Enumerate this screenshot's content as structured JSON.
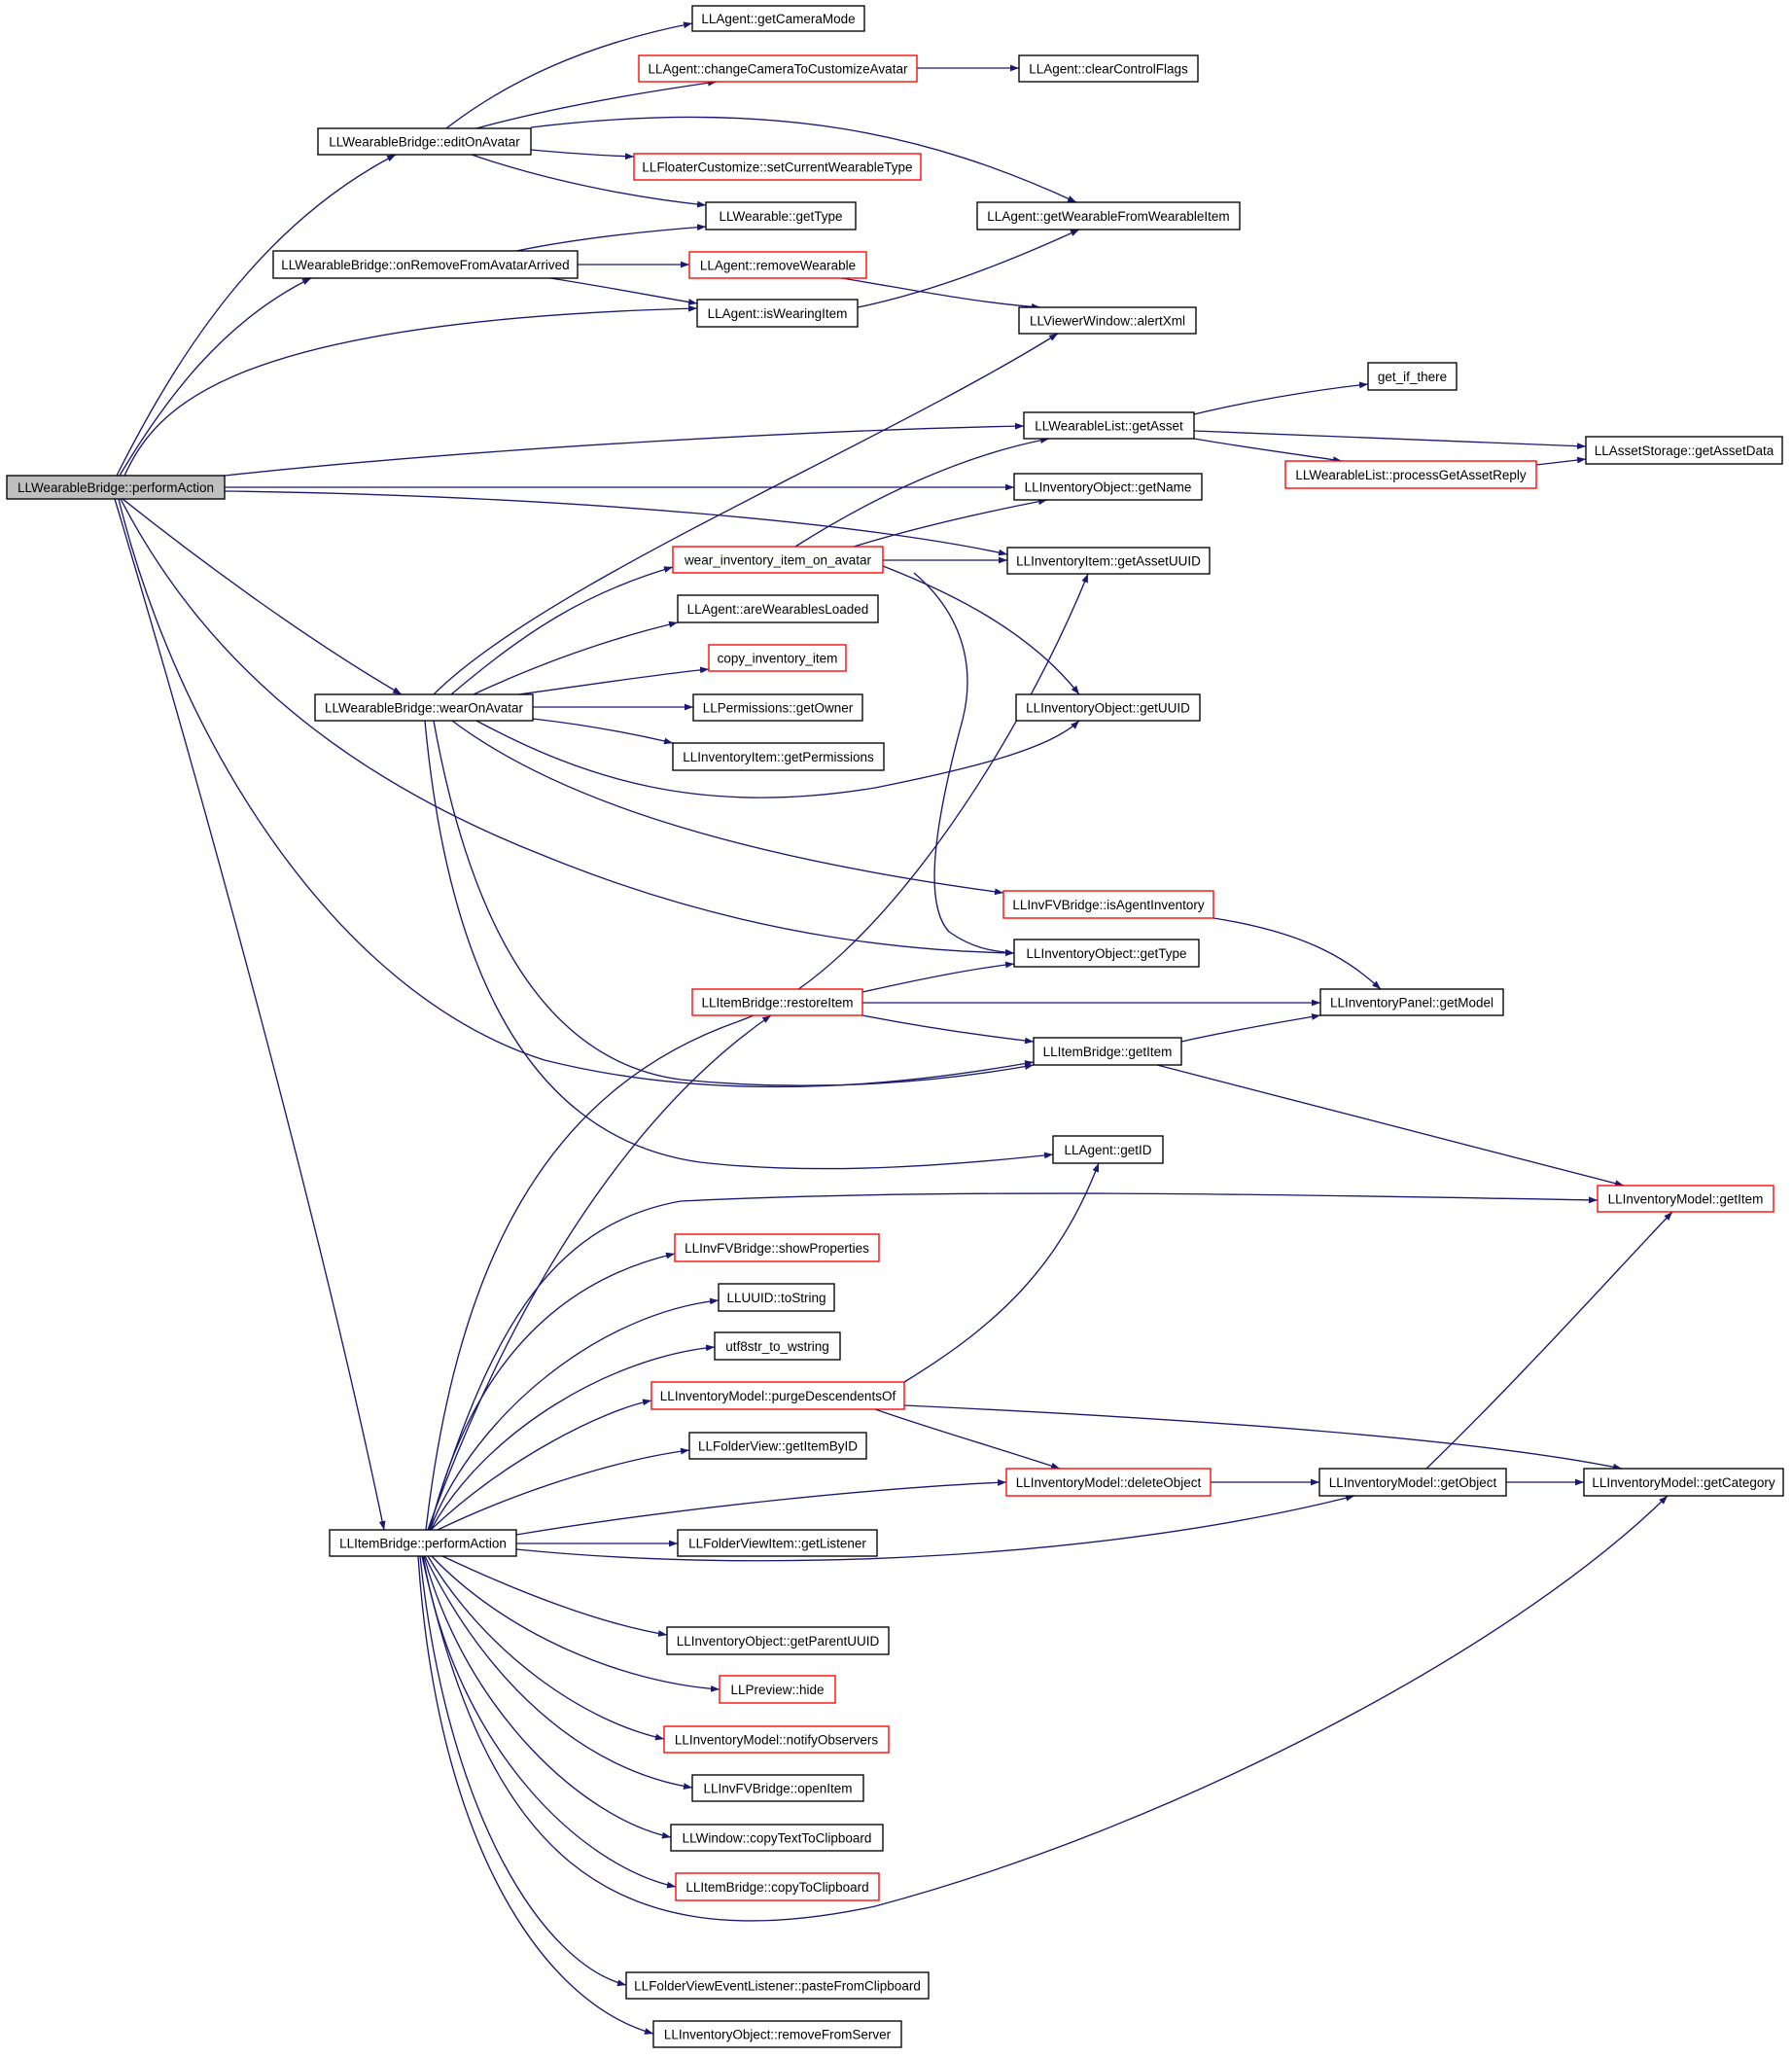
{
  "graph": {
    "colors": {
      "edge": "#191970",
      "border_normal": "#000000",
      "border_truncated": "#ff0000",
      "root_fill": "#bfbfbf",
      "background": "#ffffff"
    },
    "nodes": [
      {
        "id": "n0",
        "label": "LLWearableBridge::performAction",
        "kind": "root"
      },
      {
        "id": "n1",
        "label": "LLWearableBridge::editOnAvatar",
        "kind": "normal"
      },
      {
        "id": "n2",
        "label": "LLAgent::getCameraMode",
        "kind": "normal"
      },
      {
        "id": "n3",
        "label": "LLAgent::changeCameraToCustomizeAvatar",
        "kind": "truncated"
      },
      {
        "id": "n4",
        "label": "LLAgent::clearControlFlags",
        "kind": "normal"
      },
      {
        "id": "n5",
        "label": "LLAgent::getWearableFromWearableItem",
        "kind": "normal"
      },
      {
        "id": "n6",
        "label": "LLFloaterCustomize::setCurrentWearableType",
        "kind": "truncated"
      },
      {
        "id": "n7",
        "label": "LLWearable::getType",
        "kind": "normal"
      },
      {
        "id": "n8",
        "label": "LLWearableBridge::onRemoveFromAvatarArrived",
        "kind": "normal"
      },
      {
        "id": "n9",
        "label": "LLAgent::removeWearable",
        "kind": "truncated"
      },
      {
        "id": "n10",
        "label": "LLAgent::isWearingItem",
        "kind": "normal"
      },
      {
        "id": "n11",
        "label": "LLViewerWindow::alertXml",
        "kind": "normal"
      },
      {
        "id": "n12",
        "label": "LLWearableList::getAsset",
        "kind": "normal"
      },
      {
        "id": "n13",
        "label": "get_if_there",
        "kind": "normal"
      },
      {
        "id": "n14",
        "label": "LLAssetStorage::getAssetData",
        "kind": "normal"
      },
      {
        "id": "n15",
        "label": "LLWearableList::processGetAssetReply",
        "kind": "truncated"
      },
      {
        "id": "n16",
        "label": "LLInventoryObject::getName",
        "kind": "normal"
      },
      {
        "id": "n17",
        "label": "LLInventoryItem::getAssetUUID",
        "kind": "normal"
      },
      {
        "id": "n18",
        "label": "wear_inventory_item_on_avatar",
        "kind": "truncated"
      },
      {
        "id": "n19",
        "label": "LLAgent::areWearablesLoaded",
        "kind": "normal"
      },
      {
        "id": "n20",
        "label": "copy_inventory_item",
        "kind": "truncated"
      },
      {
        "id": "n21",
        "label": "LLWearableBridge::wearOnAvatar",
        "kind": "normal"
      },
      {
        "id": "n22",
        "label": "LLPermissions::getOwner",
        "kind": "normal"
      },
      {
        "id": "n23",
        "label": "LLInventoryObject::getUUID",
        "kind": "normal"
      },
      {
        "id": "n24",
        "label": "LLInventoryItem::getPermissions",
        "kind": "normal"
      },
      {
        "id": "n25",
        "label": "LLInvFVBridge::isAgentInventory",
        "kind": "truncated"
      },
      {
        "id": "n26",
        "label": "LLInventoryObject::getType",
        "kind": "normal"
      },
      {
        "id": "n27",
        "label": "LLItemBridge::restoreItem",
        "kind": "truncated"
      },
      {
        "id": "n28",
        "label": "LLInventoryPanel::getModel",
        "kind": "normal"
      },
      {
        "id": "n29",
        "label": "LLItemBridge::getItem",
        "kind": "normal"
      },
      {
        "id": "n30",
        "label": "LLAgent::getID",
        "kind": "normal"
      },
      {
        "id": "n31",
        "label": "LLInventoryModel::getItem",
        "kind": "truncated"
      },
      {
        "id": "n32",
        "label": "LLInvFVBridge::showProperties",
        "kind": "truncated"
      },
      {
        "id": "n33",
        "label": "LLUUID::toString",
        "kind": "normal"
      },
      {
        "id": "n34",
        "label": "utf8str_to_wstring",
        "kind": "normal"
      },
      {
        "id": "n35",
        "label": "LLInventoryModel::purgeDescendentsOf",
        "kind": "truncated"
      },
      {
        "id": "n36",
        "label": "LLFolderView::getItemByID",
        "kind": "normal"
      },
      {
        "id": "n37",
        "label": "LLInventoryModel::deleteObject",
        "kind": "truncated"
      },
      {
        "id": "n38",
        "label": "LLInventoryModel::getObject",
        "kind": "normal"
      },
      {
        "id": "n39",
        "label": "LLInventoryModel::getCategory",
        "kind": "normal"
      },
      {
        "id": "n40",
        "label": "LLItemBridge::performAction",
        "kind": "normal"
      },
      {
        "id": "n41",
        "label": "LLFolderViewItem::getListener",
        "kind": "normal"
      },
      {
        "id": "n42",
        "label": "LLInventoryObject::getParentUUID",
        "kind": "normal"
      },
      {
        "id": "n43",
        "label": "LLPreview::hide",
        "kind": "truncated"
      },
      {
        "id": "n44",
        "label": "LLInventoryModel::notifyObservers",
        "kind": "truncated"
      },
      {
        "id": "n45",
        "label": "LLInvFVBridge::openItem",
        "kind": "normal"
      },
      {
        "id": "n46",
        "label": "LLWindow::copyTextToClipboard",
        "kind": "normal"
      },
      {
        "id": "n47",
        "label": "LLItemBridge::copyToClipboard",
        "kind": "truncated"
      },
      {
        "id": "n48",
        "label": "LLFolderViewEventListener::pasteFromClipboard",
        "kind": "normal"
      },
      {
        "id": "n49",
        "label": "LLInventoryObject::removeFromServer",
        "kind": "normal"
      }
    ],
    "edges": [
      [
        "n0",
        "n1"
      ],
      [
        "n0",
        "n8"
      ],
      [
        "n0",
        "n10"
      ],
      [
        "n0",
        "n12"
      ],
      [
        "n0",
        "n16"
      ],
      [
        "n0",
        "n17"
      ],
      [
        "n0",
        "n21"
      ],
      [
        "n0",
        "n26"
      ],
      [
        "n0",
        "n29"
      ],
      [
        "n0",
        "n40"
      ],
      [
        "n1",
        "n2"
      ],
      [
        "n1",
        "n3"
      ],
      [
        "n1",
        "n5"
      ],
      [
        "n1",
        "n6"
      ],
      [
        "n1",
        "n7"
      ],
      [
        "n3",
        "n4"
      ],
      [
        "n8",
        "n7"
      ],
      [
        "n8",
        "n9"
      ],
      [
        "n8",
        "n10"
      ],
      [
        "n9",
        "n11"
      ],
      [
        "n10",
        "n5"
      ],
      [
        "n12",
        "n13"
      ],
      [
        "n12",
        "n14"
      ],
      [
        "n12",
        "n15"
      ],
      [
        "n15",
        "n14"
      ],
      [
        "n18",
        "n12"
      ],
      [
        "n18",
        "n16"
      ],
      [
        "n18",
        "n17"
      ],
      [
        "n18",
        "n23"
      ],
      [
        "n18",
        "n26"
      ],
      [
        "n21",
        "n11"
      ],
      [
        "n21",
        "n18"
      ],
      [
        "n21",
        "n19"
      ],
      [
        "n21",
        "n20"
      ],
      [
        "n21",
        "n22"
      ],
      [
        "n21",
        "n24"
      ],
      [
        "n21",
        "n23"
      ],
      [
        "n21",
        "n25"
      ],
      [
        "n21",
        "n29"
      ],
      [
        "n21",
        "n30"
      ],
      [
        "n25",
        "n28"
      ],
      [
        "n27",
        "n26"
      ],
      [
        "n27",
        "n28"
      ],
      [
        "n27",
        "n29"
      ],
      [
        "n29",
        "n28"
      ],
      [
        "n29",
        "n31"
      ],
      [
        "n35",
        "n30"
      ],
      [
        "n35",
        "n37"
      ],
      [
        "n35",
        "n39"
      ],
      [
        "n37",
        "n38"
      ],
      [
        "n38",
        "n39"
      ],
      [
        "n38",
        "n31"
      ],
      [
        "n40",
        "n17"
      ],
      [
        "n40",
        "n27"
      ],
      [
        "n40",
        "n31"
      ],
      [
        "n40",
        "n32"
      ],
      [
        "n40",
        "n33"
      ],
      [
        "n40",
        "n34"
      ],
      [
        "n40",
        "n35"
      ],
      [
        "n40",
        "n36"
      ],
      [
        "n40",
        "n37"
      ],
      [
        "n40",
        "n41"
      ],
      [
        "n40",
        "n38"
      ],
      [
        "n40",
        "n42"
      ],
      [
        "n40",
        "n43"
      ],
      [
        "n40",
        "n44"
      ],
      [
        "n40",
        "n45"
      ],
      [
        "n40",
        "n46"
      ],
      [
        "n40",
        "n47"
      ],
      [
        "n40",
        "n39"
      ],
      [
        "n40",
        "n48"
      ],
      [
        "n40",
        "n49"
      ]
    ]
  }
}
